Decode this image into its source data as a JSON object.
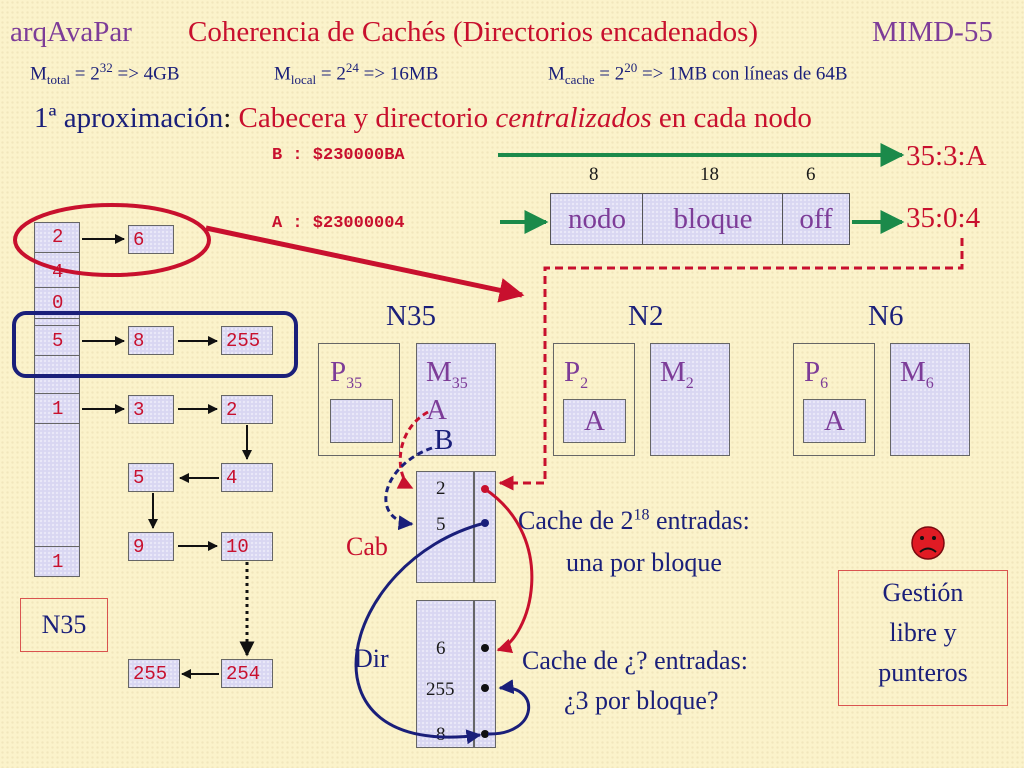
{
  "header": {
    "left": "arqAvaPar",
    "title": "Coherencia de Cachés (Directorios encadenados)",
    "right": "MIMD-55"
  },
  "memory": {
    "total_label": "M",
    "total_sub": "total",
    "total_eq": " = 2",
    "total_exp": "32",
    "total_rest": " => 4GB",
    "local_label": "M",
    "local_sub": "local",
    "local_eq": " = 2",
    "local_exp": "24",
    "local_rest": " => 16MB",
    "cache_label": "M",
    "cache_sub": "cache",
    "cache_eq": " = 2",
    "cache_exp": "20",
    "cache_rest": " => 1MB con líneas de 64B"
  },
  "approach": {
    "prefix": "1ª aproximación",
    "colon": ":",
    "text1": " Cabecera y directorio ",
    "italic": "centralizados",
    "text2": " en cada nodo"
  },
  "addresses": {
    "b_text": "B : $230000BA",
    "b_result": "35:3:A",
    "a_text": "A : $23000004",
    "a_result": "35:0:4",
    "field_bits": [
      "8",
      "18",
      "6"
    ],
    "fields": [
      "nodo",
      "bloque",
      "off"
    ]
  },
  "table": {
    "row1": [
      "2",
      "6"
    ],
    "col_cells": [
      "4",
      "0"
    ],
    "row2": [
      "5",
      "8",
      "255"
    ],
    "row3": [
      "1",
      "3",
      "2"
    ],
    "row4": [
      "5",
      "4"
    ],
    "row5": [
      "9",
      "10"
    ],
    "last_col": "1",
    "row6": [
      "255",
      "254"
    ],
    "node_label": "N35"
  },
  "nodes": {
    "n35": "N35",
    "n2": "N2",
    "n6": "N6",
    "p35": "P",
    "p35_sub": "35",
    "m35": "M",
    "m35_sub": "35",
    "p2": "P",
    "p2_sub": "2",
    "m2": "M",
    "m2_sub": "2",
    "p6": "P",
    "p6_sub": "6",
    "m6": "M",
    "m6_sub": "6",
    "a_label": "A",
    "b_label": "B"
  },
  "cab": {
    "label": "Cab",
    "values": [
      "2",
      "5"
    ],
    "note_line1_pre": "Cache de 2",
    "note_line1_exp": "18",
    "note_line1_post": " entradas:",
    "note_line2": "una por bloque"
  },
  "dir": {
    "label": "Dir",
    "values": [
      "6",
      "255",
      "8"
    ],
    "note_line1": "Cache de ¿? entradas:",
    "note_line2": "¿3 por bloque?"
  },
  "management": {
    "line1": "Gestión",
    "line2": "libre y",
    "line3": "punteros"
  },
  "colors": {
    "background": "#fbf3cb",
    "red": "#c8102e",
    "navy": "#1a1f7a",
    "green": "#1b8a4a",
    "purple": "#7d3c98",
    "lavender": "#d9d6f2"
  },
  "icons": [
    "sad-face-icon"
  ]
}
